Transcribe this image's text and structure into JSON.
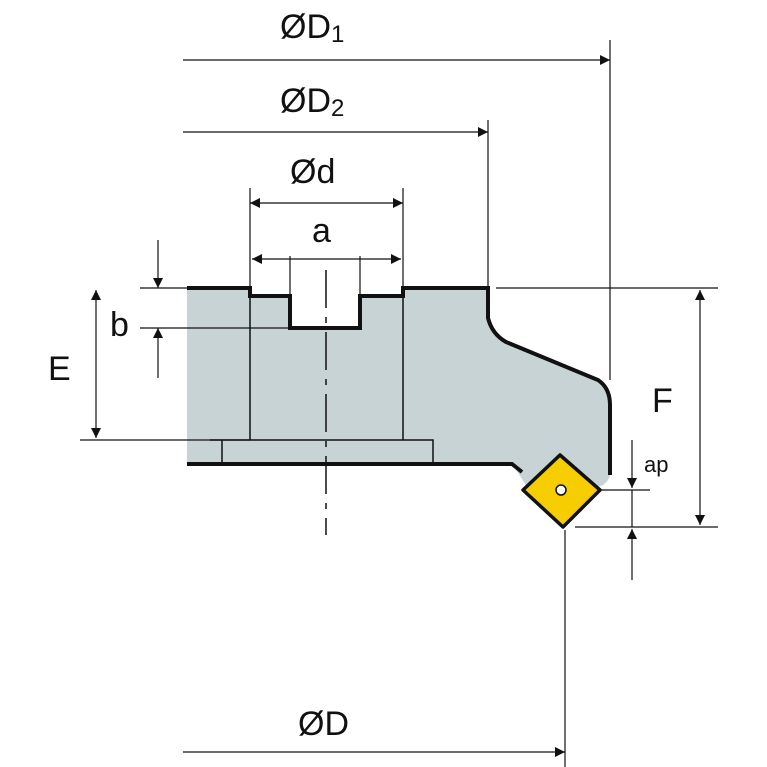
{
  "labels": {
    "D1": {
      "main": "ØD",
      "sub": "1"
    },
    "D2": {
      "main": "ØD",
      "sub": "2"
    },
    "d": "Ød",
    "a": "a",
    "b": "b",
    "E": "E",
    "F": "F",
    "ap": "ap",
    "D": "ØD"
  },
  "colors": {
    "body_fill": "#c8d3d5",
    "line": "#111111",
    "insert_fill": "#f5cd00"
  },
  "icons": {
    "insert": "square-cutting-insert-icon"
  }
}
